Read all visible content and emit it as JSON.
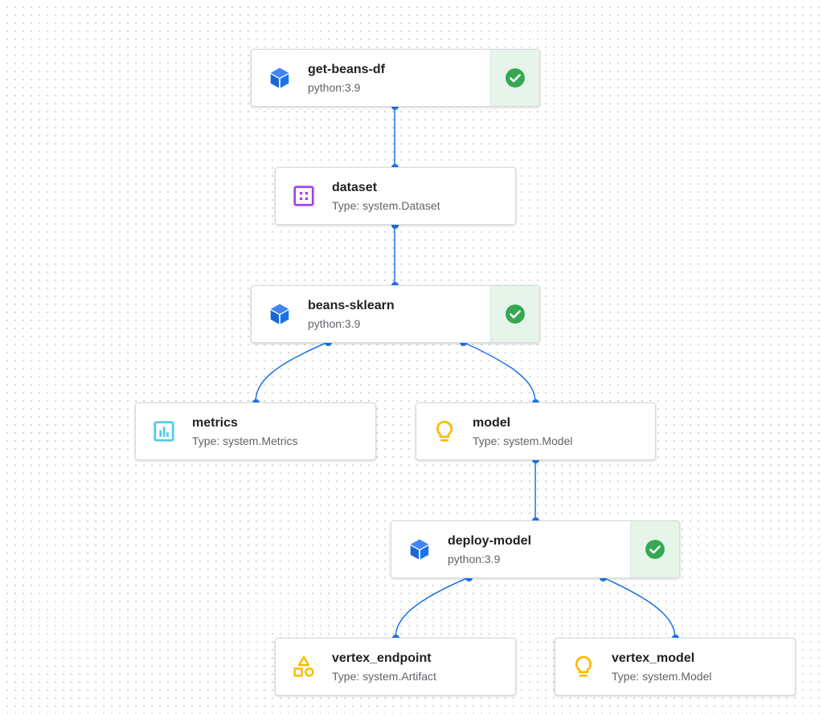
{
  "colors": {
    "edge": "#1a73e8",
    "success": "#34a853",
    "status_bg": "#e6f4ea"
  },
  "nodes": [
    {
      "id": "get-beans-df",
      "kind": "execution",
      "title": "get-beans-df",
      "subtitle": "python:3.9",
      "icon": "cube-icon",
      "status": "succeeded"
    },
    {
      "id": "dataset",
      "kind": "artifact",
      "title": "dataset",
      "subtitle": "Type: system.Dataset",
      "icon": "dataset-icon"
    },
    {
      "id": "beans-sklearn",
      "kind": "execution",
      "title": "beans-sklearn",
      "subtitle": "python:3.9",
      "icon": "cube-icon",
      "status": "succeeded"
    },
    {
      "id": "metrics",
      "kind": "artifact",
      "title": "metrics",
      "subtitle": "Type: system.Metrics",
      "icon": "metrics-icon"
    },
    {
      "id": "model",
      "kind": "artifact",
      "title": "model",
      "subtitle": "Type: system.Model",
      "icon": "lightbulb-icon"
    },
    {
      "id": "deploy-model",
      "kind": "execution",
      "title": "deploy-model",
      "subtitle": "python:3.9",
      "icon": "cube-icon",
      "status": "succeeded"
    },
    {
      "id": "vertex_endpoint",
      "kind": "artifact",
      "title": "vertex_endpoint",
      "subtitle": "Type: system.Artifact",
      "icon": "shapes-icon"
    },
    {
      "id": "vertex_model",
      "kind": "artifact",
      "title": "vertex_model",
      "subtitle": "Type: system.Model",
      "icon": "lightbulb-icon"
    }
  ],
  "edges": [
    {
      "from": "get-beans-df",
      "to": "dataset"
    },
    {
      "from": "dataset",
      "to": "beans-sklearn"
    },
    {
      "from": "beans-sklearn",
      "to": "metrics"
    },
    {
      "from": "beans-sklearn",
      "to": "model"
    },
    {
      "from": "model",
      "to": "deploy-model"
    },
    {
      "from": "deploy-model",
      "to": "vertex_endpoint"
    },
    {
      "from": "deploy-model",
      "to": "vertex_model"
    }
  ]
}
